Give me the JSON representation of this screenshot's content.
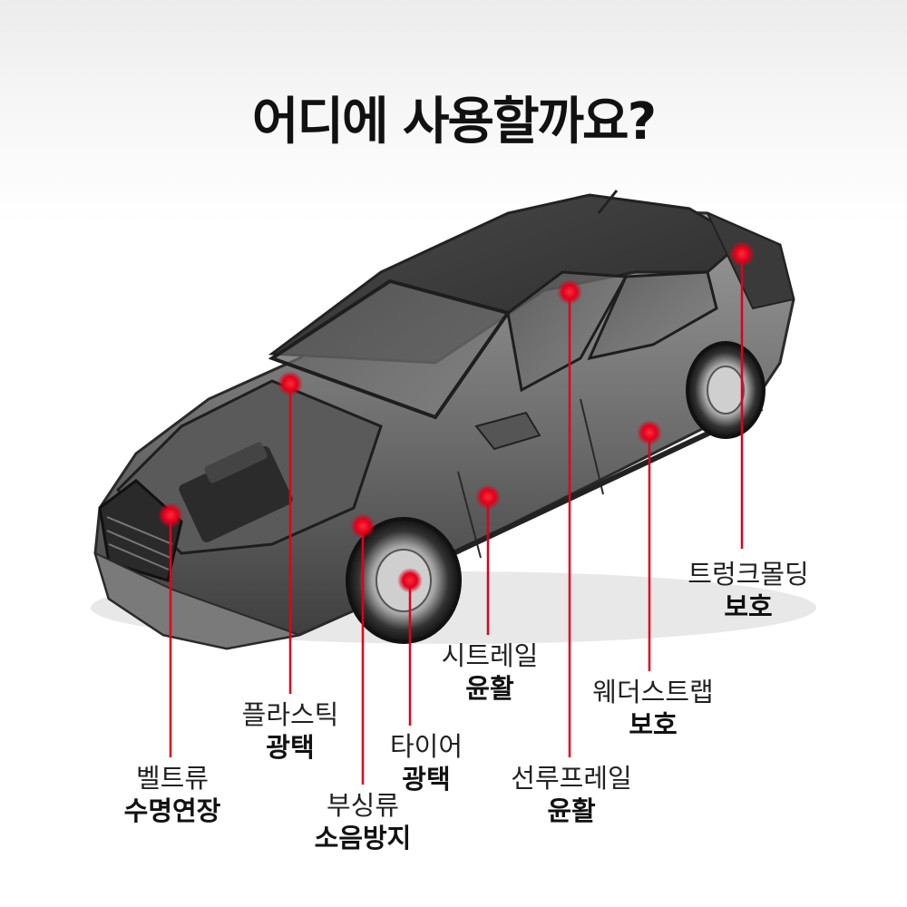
{
  "title": "어디에 사용할까요?",
  "accent_color": "#e0001b",
  "car_image": "car-cutaway-illustration",
  "callouts": [
    {
      "id": "belt",
      "line1": "벨트류",
      "line2": "수명연장"
    },
    {
      "id": "plastic",
      "line1": "플라스틱",
      "line2": "광택"
    },
    {
      "id": "bushing",
      "line1": "부싱류",
      "line2": "소음방지"
    },
    {
      "id": "tire",
      "line1": "타이어",
      "line2": "광택"
    },
    {
      "id": "seat-rail",
      "line1": "시트레일",
      "line2": "윤활"
    },
    {
      "id": "sunroof-rail",
      "line1": "선루프레일",
      "line2": "윤활"
    },
    {
      "id": "weatherstrip",
      "line1": "웨더스트랩",
      "line2": "보호"
    },
    {
      "id": "trunk-molding",
      "line1": "트렁크몰딩",
      "line2": "보호"
    }
  ]
}
